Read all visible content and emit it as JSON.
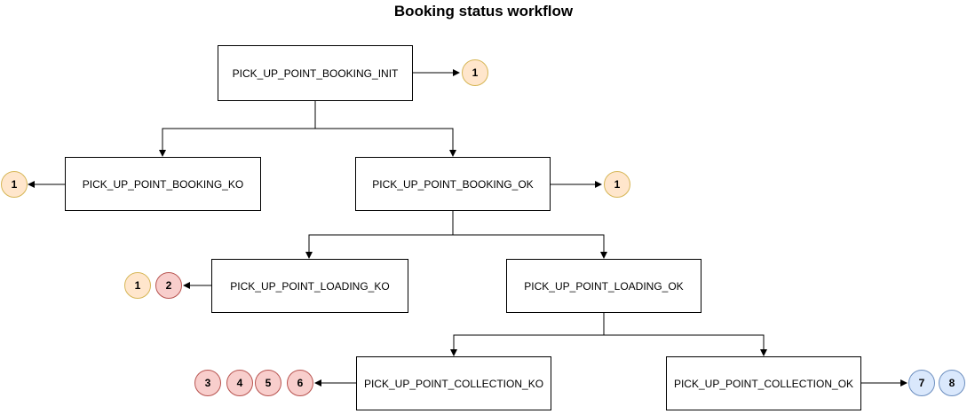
{
  "title": "Booking status workflow",
  "nodes": {
    "booking_init": "PICK_UP_POINT_BOOKING_INIT",
    "booking_ko": "PICK_UP_POINT_BOOKING_KO",
    "booking_ok": "PICK_UP_POINT_BOOKING_OK",
    "loading_ko": "PICK_UP_POINT_LOADING_KO",
    "loading_ok": "PICK_UP_POINT_LOADING_OK",
    "collection_ko": "PICK_UP_POINT_COLLECTION_KO",
    "collection_ok": "PICK_UP_POINT_COLLECTION_OK"
  },
  "badges": {
    "init": [
      "1"
    ],
    "booking_ko": [
      "1"
    ],
    "booking_ok": [
      "1"
    ],
    "loading_ko": [
      "1",
      "2"
    ],
    "collection_ko": [
      "3",
      "4",
      "5",
      "6"
    ],
    "collection_ok": [
      "7",
      "8"
    ]
  },
  "colors": {
    "badge_yellow_fill": "#ffe6cc",
    "badge_yellow_stroke": "#d6b656",
    "badge_red_fill": "#f8cecc",
    "badge_red_stroke": "#b85450",
    "badge_blue_fill": "#dae8fc",
    "badge_blue_stroke": "#6c8ebf"
  }
}
